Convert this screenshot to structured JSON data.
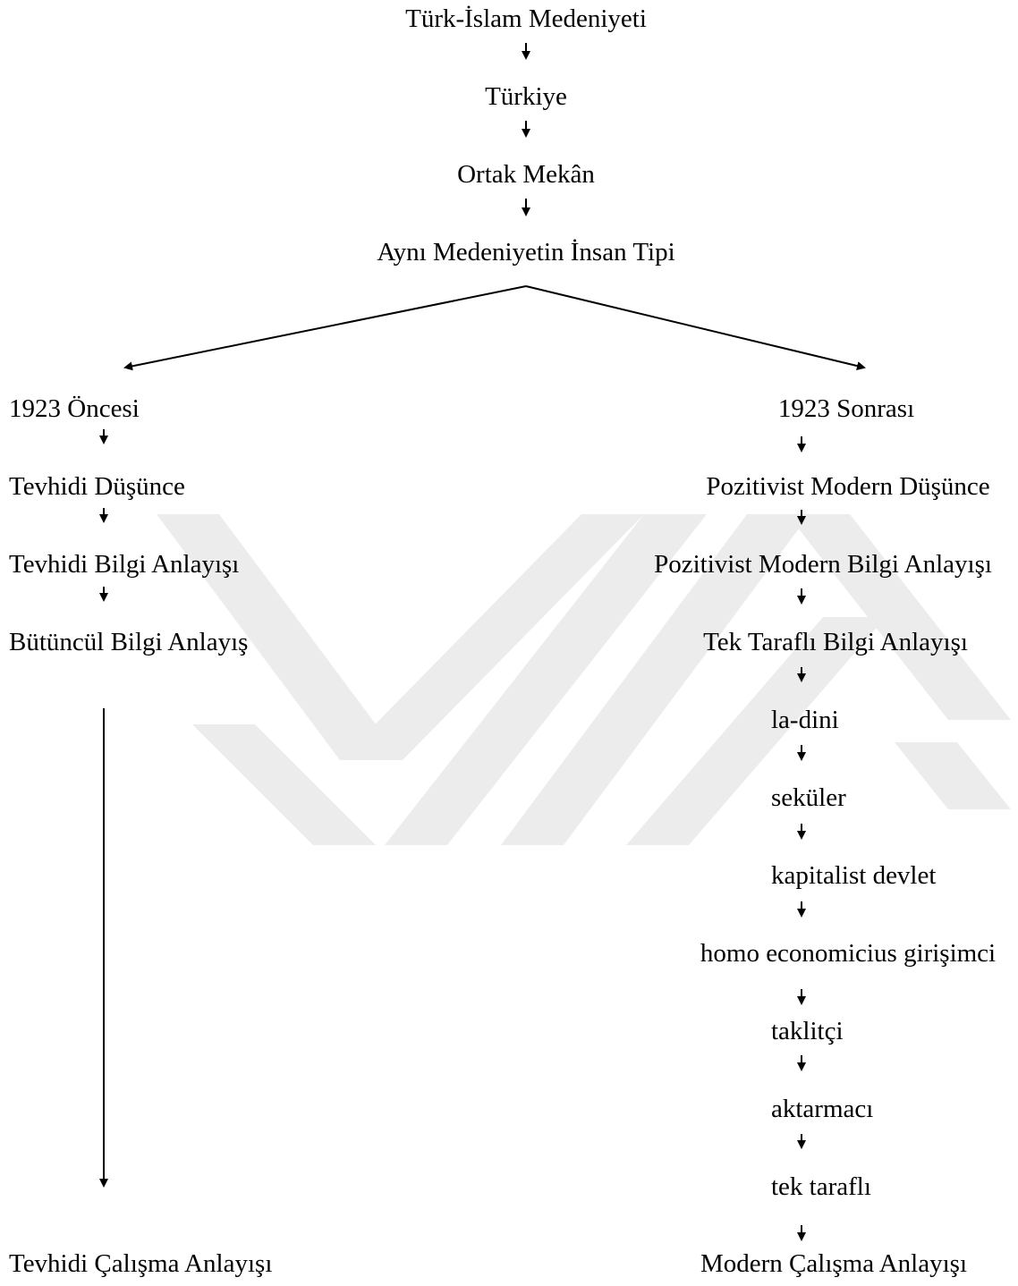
{
  "top": {
    "civilization": "Türk-İslam Medeniyeti",
    "country": "Türkiye",
    "common_space": "Ortak Mekân",
    "human_type": "Aynı Medeniyetin İnsan Tipi"
  },
  "left": {
    "period": "1923 Öncesi",
    "thought": "Tevhidi Düşünce",
    "knowledge": "Tevhidi Bilgi Anlayışı",
    "holistic": "Bütüncül Bilgi Anlayış",
    "result": "Tevhidi Çalışma Anlayışı"
  },
  "right": {
    "period": "1923 Sonrası",
    "thought": "Pozitivist Modern Düşünce",
    "knowledge": "Pozitivist Modern Bilgi Anlayışı",
    "onesided": "Tek Taraflı Bilgi Anlayışı",
    "chain": [
      "la-dini",
      "seküler",
      "kapitalist devlet",
      "homo economicius girişimci",
      "taklitçi",
      "aktarmacı",
      "tek taraflı"
    ],
    "result": "Modern Çalışma Anlayışı"
  },
  "watermark": {
    "color": "#ececec"
  }
}
